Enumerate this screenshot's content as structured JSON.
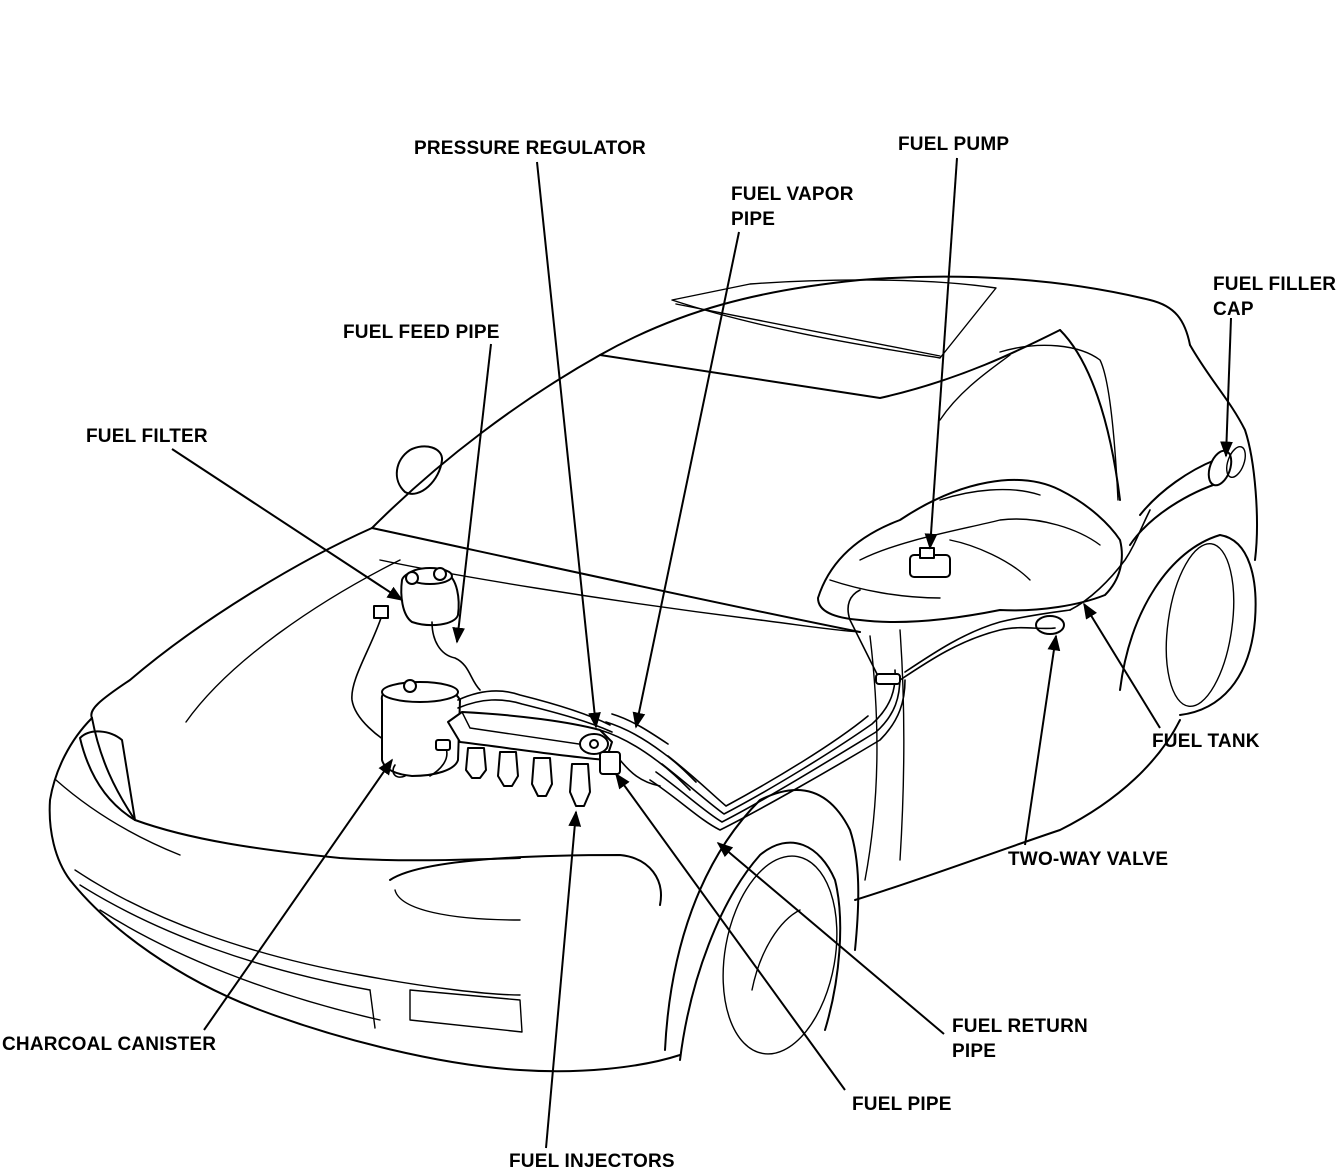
{
  "labels": {
    "pressure_regulator": "PRESSURE REGULATOR",
    "fuel_pump": "FUEL PUMP",
    "fuel_vapor_pipe": "FUEL VAPOR\nPIPE",
    "fuel_filler_cap": "FUEL FILLER\nCAP",
    "fuel_feed_pipe": "FUEL FEED PIPE",
    "fuel_filter": "FUEL FILTER",
    "fuel_tank": "FUEL TANK",
    "two_way_valve": "TWO-WAY VALVE",
    "charcoal_canister": "CHARCOAL CANISTER",
    "fuel_return_pipe": "FUEL RETURN\nPIPE",
    "fuel_pipe": "FUEL PIPE",
    "fuel_injectors": "FUEL INJECTORS"
  }
}
